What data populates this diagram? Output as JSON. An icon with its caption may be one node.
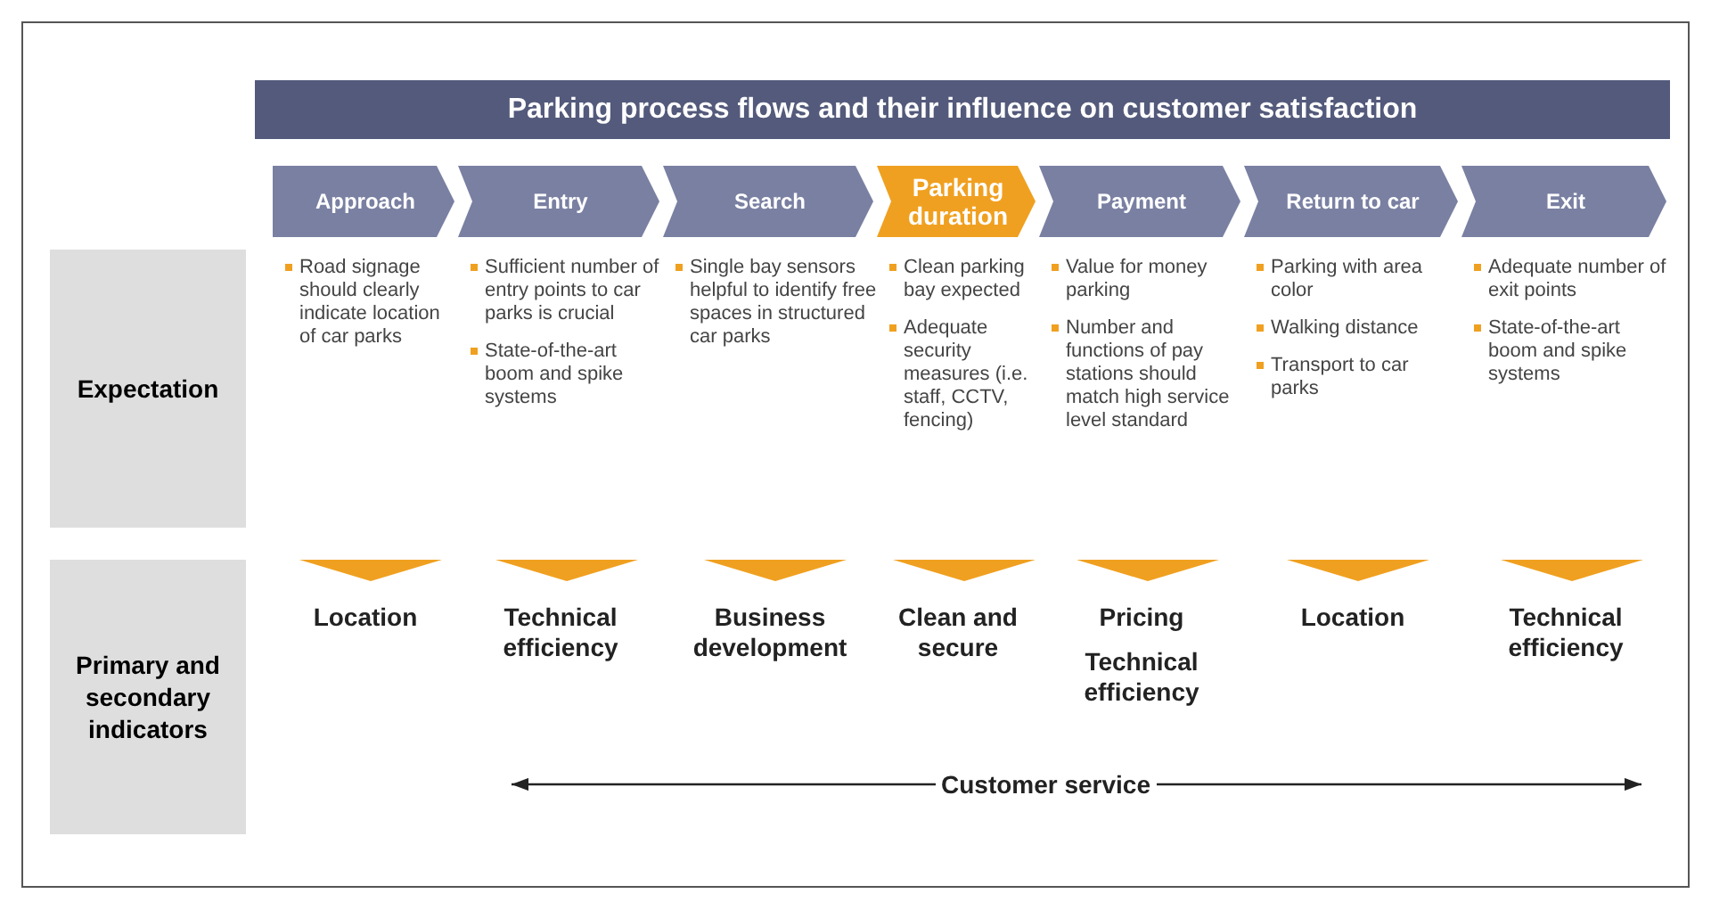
{
  "diagram": {
    "title": "Parking process flows and their influence on customer satisfaction",
    "nodes": [
      {
        "text": [
          "Expectation"
        ]
      },
      {
        "text": [
          "Primary and secondary indicators"
        ]
      },
      {
        "text": [
          "Approach"
        ]
      },
      {
        "text": [
          "Entry"
        ]
      },
      {
        "text": [
          "Search"
        ]
      },
      {
        "text": [
          "Parking duration"
        ]
      },
      {
        "text": [
          "Payment"
        ]
      },
      {
        "text": [
          "Return to car"
        ]
      },
      {
        "text": [
          "Exit"
        ]
      }
    ],
    "labels": [
      "Road signage should clearly indicate location of car parks",
      "Sufficient number of entry points to car parks is crucial",
      "State-of-the-art boom and spike systems",
      "Single bay sensors helpful to identify free spaces in structured car parks",
      "Clean parking bay expected",
      "Adequate security measures (i.e. staff, CCTV, fencing)",
      "Value for money parking",
      "Number and functions of pay stations should match high service level standard",
      "Parking with area color",
      "Walking distance",
      "Transport to car parks",
      "Adequate number of exit points",
      "State-of-the-art boom and spike systems",
      "Location",
      "Technical efficiency",
      "Business development",
      "Clean and secure",
      "Pricing",
      "Technical efficiency",
      "Location",
      "Technical efficiency",
      "Customer service"
    ]
  }
}
